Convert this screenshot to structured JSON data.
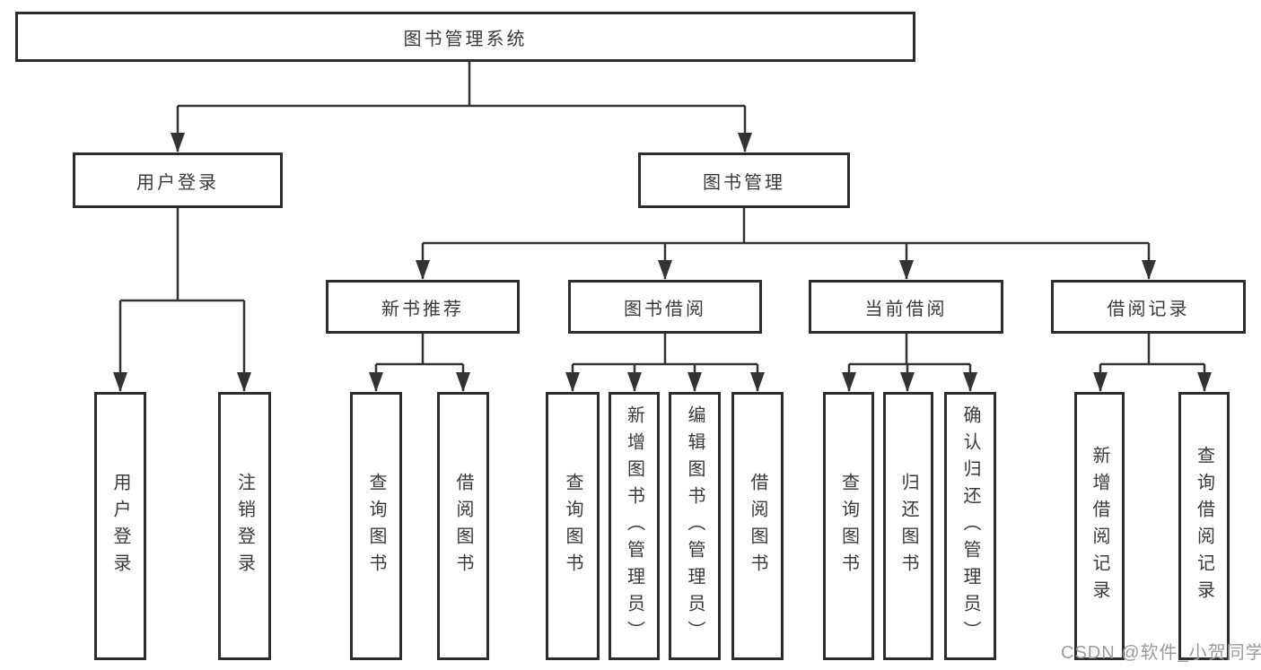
{
  "diagram": {
    "root": {
      "label": "图书管理系统"
    },
    "branches": [
      {
        "label": "用户登录",
        "children": [
          {
            "label": "用户登录"
          },
          {
            "label": "注销登录"
          }
        ]
      },
      {
        "label": "图书管理",
        "children": [
          {
            "label": "新书推荐",
            "children": [
              {
                "label": "查询图书"
              },
              {
                "label": "借阅图书"
              }
            ]
          },
          {
            "label": "图书借阅",
            "children": [
              {
                "label": "查询图书"
              },
              {
                "label": "新增图书（管理员）"
              },
              {
                "label": "编辑图书（管理员）"
              },
              {
                "label": "借阅图书"
              }
            ]
          },
          {
            "label": "当前借阅",
            "children": [
              {
                "label": "查询图书"
              },
              {
                "label": "归还图书"
              },
              {
                "label": "确认归还（管理员）"
              }
            ]
          },
          {
            "label": "借阅记录",
            "children": [
              {
                "label": "新增借阅记录"
              },
              {
                "label": "查询借阅记录"
              }
            ]
          }
        ]
      }
    ]
  },
  "watermark": {
    "text": "CSDN @软件_小贺同学"
  },
  "colors": {
    "line": "#333333",
    "box_border": "#2d2d2d",
    "text": "#3a3a3a",
    "watermark": "#9c9c9c",
    "background": "#ffffff"
  }
}
